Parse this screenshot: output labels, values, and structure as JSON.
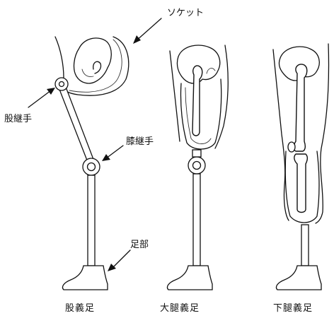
{
  "labels": {
    "socket": "ソケット",
    "hip_joint": "股継手",
    "knee_joint": "膝継手",
    "foot": "足部"
  },
  "captions": {
    "hip_prosthesis": "股義足",
    "transfemoral_prosthesis": "大腿義足",
    "transtibial_prosthesis": "下腿義足"
  },
  "colors": {
    "line": "#111111",
    "background": "#ffffff"
  }
}
